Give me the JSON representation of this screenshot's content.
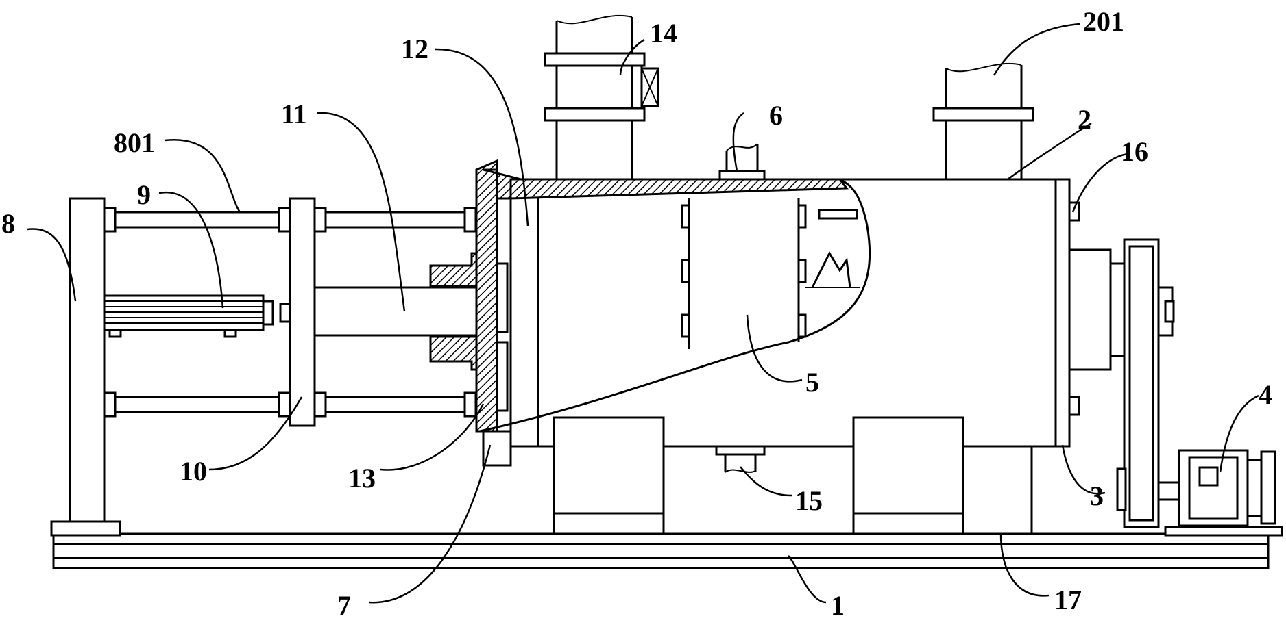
{
  "labels": {
    "base": "1",
    "drum": "2",
    "end_cap": "3",
    "motor": "4",
    "spiral": "5",
    "pipe_top": "6",
    "seal_plate": "7",
    "frame": "8",
    "cylinder": "9",
    "guide_plate": "10",
    "rod": "11",
    "flange_ring": "12",
    "bushing": "13",
    "exhaust_pipe": "14",
    "outlet_bottom": "15",
    "sensor": "16",
    "support_bottom": "17",
    "outlet_top": "201",
    "tie_rod": "801"
  },
  "colors": {
    "line": "#000000",
    "background": "#ffffff"
  }
}
